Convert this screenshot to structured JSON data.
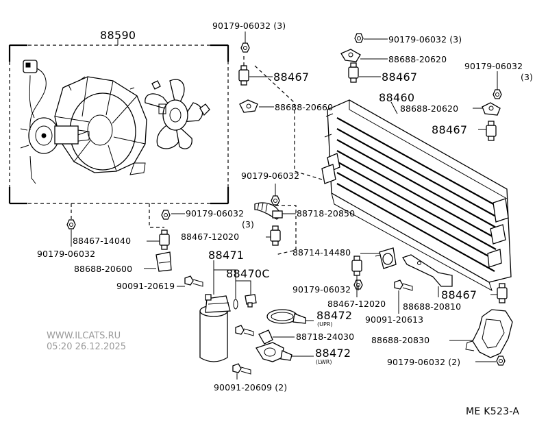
{
  "diagram": {
    "labels": {
      "fan_assembly": "88590",
      "nut_top_left": "90179-06032 (3)",
      "nut_top_right": "90179-06032 (3)",
      "bracket_top_right": "88688-20620",
      "bracket_right_upper": "88688-20620",
      "nut_far_right": "90179-06032",
      "nut_far_right_qty": "(3)",
      "cushion_top_left": "88467",
      "cushion_top_right": "88467",
      "bracket_middle": "88688-20660",
      "condenser": "88460",
      "cushion_right_upper": "88467",
      "nut_center": "90179-06032",
      "nut_middle_left": "90179-06032",
      "nut_middle_left_qty": "(3)",
      "hose_88718_20850": "88718-20850",
      "cushion_14040": "88467-14040",
      "cushion_12020_left": "88467-12020",
      "nut_lower_left": "90179-06032",
      "bracket_20600": "88688-20600",
      "bolt_20619": "90091-20619",
      "receiver": "88471",
      "oring_kit": "88470C",
      "pipe_14480": "88714-14480",
      "nut_lower_center": "90179-06032",
      "cushion_12020_center": "88467-12020",
      "bolt_20613": "90091-20613",
      "bracket_20810": "88688-20810",
      "cushion_right_lower": "88467",
      "clamp_upper": "88472",
      "clamp_upper_sub": "(UPR)",
      "hose_24030": "88718-24030",
      "bracket_20830": "88688-20830",
      "clamp_lower": "88472",
      "clamp_lower_sub": "(LWR)",
      "nut_bottom_right": "90179-06032 (2)",
      "bolt_20609": "90091-20609 (2)"
    },
    "figure_code": "ME K523-A"
  },
  "watermark": {
    "site": "WWW.ILCATS.RU",
    "datetime": "05:20 26.12.2025"
  }
}
